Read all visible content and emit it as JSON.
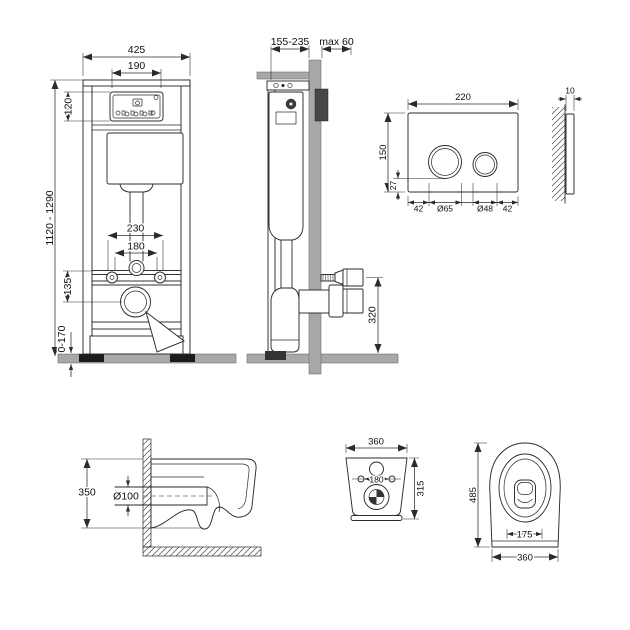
{
  "palette": {
    "line": "#2b2b2b",
    "fill_gray": "#a8a8a8",
    "fill_dark": "#474747",
    "background": "#ffffff"
  },
  "views": {
    "frame_front": {
      "dims": {
        "total_width": "425",
        "window_width": "190",
        "window_height": "120",
        "frame_height": "1120 - 1290",
        "anchor_span": "230",
        "supply_span": "180",
        "outlet_drop": "135",
        "leg_range": "0-170"
      }
    },
    "frame_side": {
      "dims": {
        "depth_range": "155-235",
        "wall_max": "max 60",
        "outlet_height": "320"
      }
    },
    "plate_front": {
      "dims": {
        "width": "220",
        "height": "150",
        "button_bottom_gap": "27",
        "margin_left": "42",
        "large_button_dia": "Ø65",
        "small_button_dia": "Ø48",
        "margin_right": "42"
      }
    },
    "plate_side": {
      "dims": {
        "thickness": "10"
      }
    },
    "bowl_side": {
      "dims": {
        "height": "350",
        "outlet_dia": "Ø100"
      }
    },
    "bowl_back": {
      "dims": {
        "width": "360",
        "fixing_span": "180",
        "height": "315"
      }
    },
    "bowl_top": {
      "dims": {
        "length": "485",
        "seat_span": "175",
        "width": "360"
      }
    }
  }
}
